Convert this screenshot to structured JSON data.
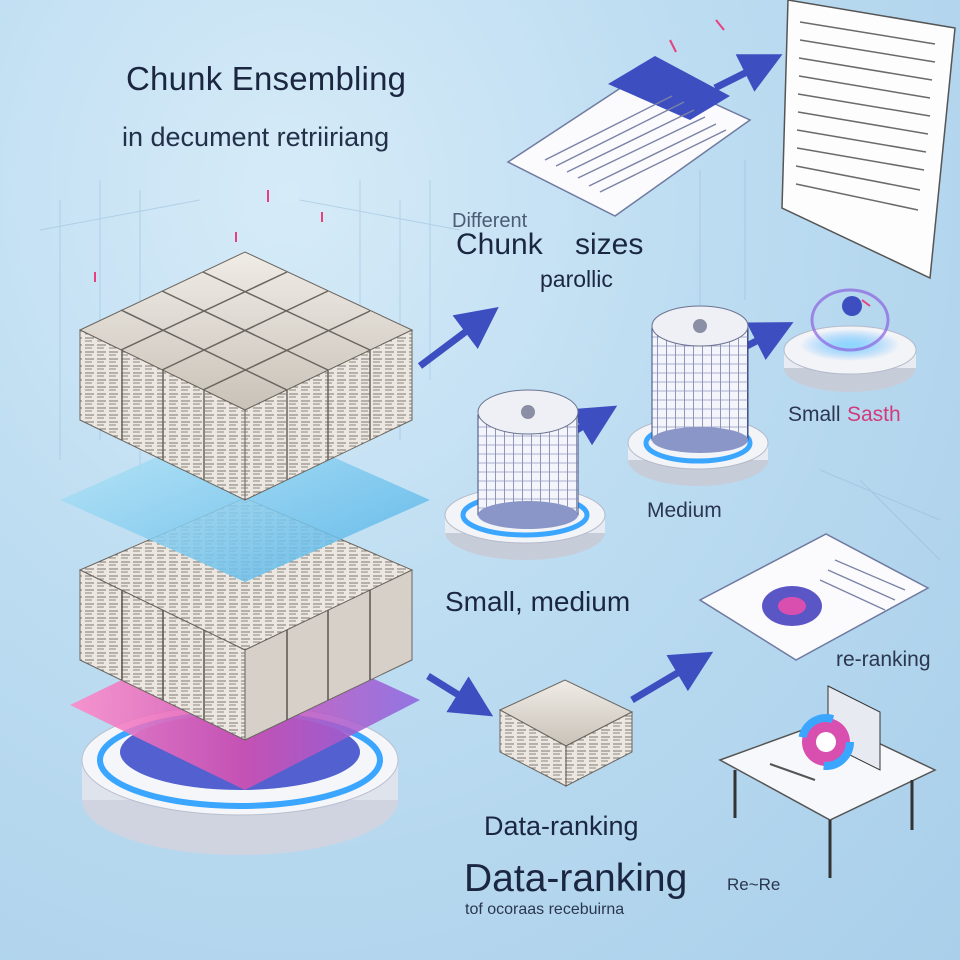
{
  "title": "Chunk Ensembling",
  "subtitle": "in decument retriiriang",
  "labels": {
    "different": "Different",
    "chunk": "Chunk",
    "sizes": "sizes",
    "parallel": "parollic",
    "small_1": "Small",
    "small_1_tail": "Sasth",
    "medium_1": "Medium",
    "small_medium": "Small, medium",
    "re_ranking": "re-ranking",
    "data_ranking_small": "Data-ranking",
    "data_ranking_large": "Data-ranking",
    "re_re": "Re~Re",
    "footer": "tof ocoraas recebuirna"
  },
  "colors": {
    "accent_blue": "#3d4fc0",
    "glow_blue": "#3aa6ff",
    "layer_cyan": "#5fc4ea",
    "layer_magenta": "#d44fb3",
    "annotation_pink": "#e8407f"
  }
}
